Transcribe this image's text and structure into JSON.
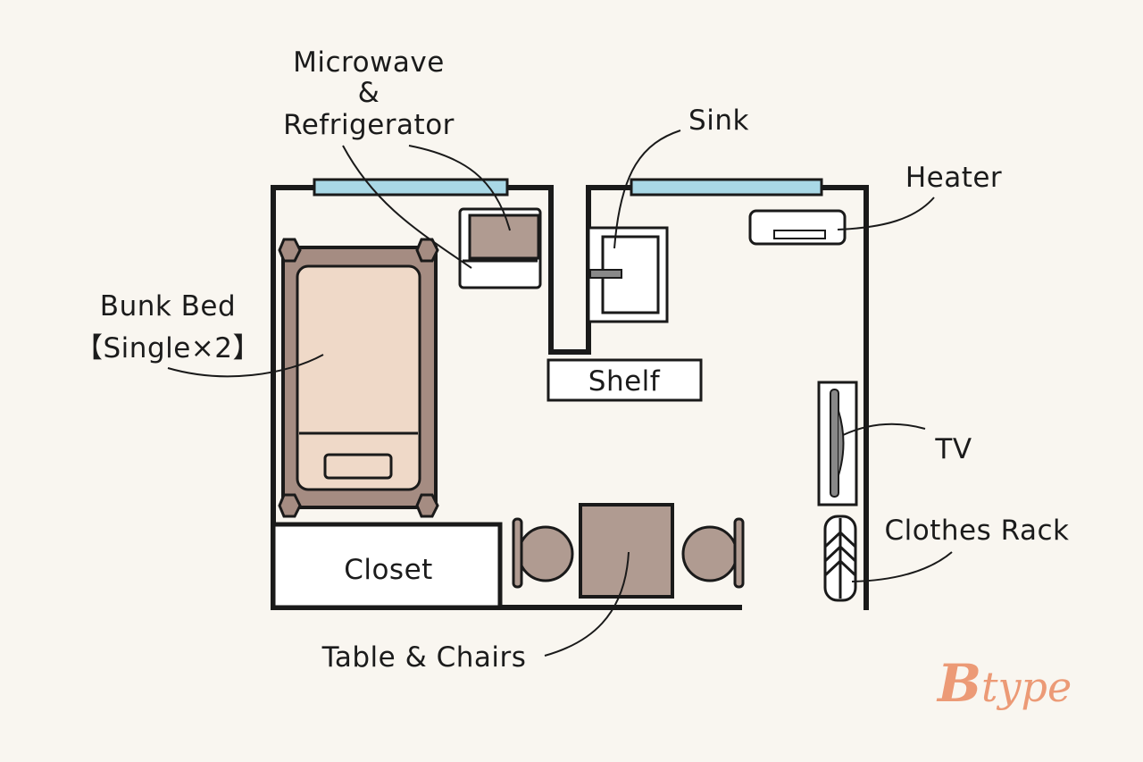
{
  "labels": {
    "microwave": "Microwave",
    "ampersand": "&",
    "refrigerator": "Refrigerator",
    "sink": "Sink",
    "heater": "Heater",
    "bunk_bed": "Bunk Bed",
    "bunk_bed_size": "【Single×2】",
    "shelf": "Shelf",
    "tv": "TV",
    "clothes_rack": "Clothes Rack",
    "closet": "Closet",
    "table_chairs": "Table & Chairs"
  },
  "brand": {
    "initial": "B",
    "rest": "type"
  },
  "colors": {
    "background": "#f9f6f0",
    "wall": "#1a1a1a",
    "window": "#a9d8e6",
    "furniture_brown": "#b09b91",
    "bed_frame": "#a58c82",
    "bed_mattress": "#efd9c8",
    "brand": "#ec9a76"
  }
}
